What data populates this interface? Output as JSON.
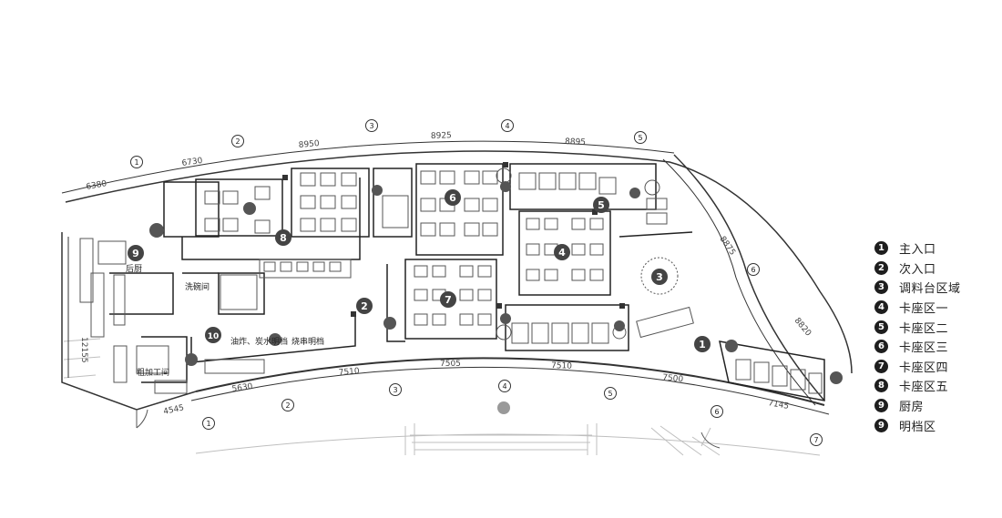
{
  "legend": [
    {
      "num": "1",
      "label": "主入口"
    },
    {
      "num": "2",
      "label": "次入口"
    },
    {
      "num": "3",
      "label": "调料台区域"
    },
    {
      "num": "4",
      "label": "卡座区一"
    },
    {
      "num": "5",
      "label": "卡座区二"
    },
    {
      "num": "6",
      "label": "卡座区三"
    },
    {
      "num": "7",
      "label": "卡座区四"
    },
    {
      "num": "8",
      "label": "卡座区五"
    },
    {
      "num": "9",
      "label": "厨房"
    },
    {
      "num": "9",
      "label": "明档区"
    }
  ],
  "zone_markers": [
    "1",
    "2",
    "3",
    "4",
    "5",
    "6",
    "7",
    "8",
    "9",
    "10"
  ],
  "grid_axes": [
    "1",
    "2",
    "3",
    "4",
    "5",
    "6",
    "7"
  ],
  "dimensions": {
    "top": [
      "6380",
      "6730",
      "8950",
      "8925",
      "8895",
      "8875",
      "8820"
    ],
    "bottom": [
      "4545",
      "5630",
      "7510",
      "7505",
      "7510",
      "7500",
      "7145"
    ],
    "left_vertical": "12155"
  },
  "room_labels": {
    "kitchen": "后厨",
    "dishwash": "洗碗间",
    "prep": "粗加工间",
    "bar_area": "油炸、炭水明档",
    "grill_area": "烧串明档"
  }
}
